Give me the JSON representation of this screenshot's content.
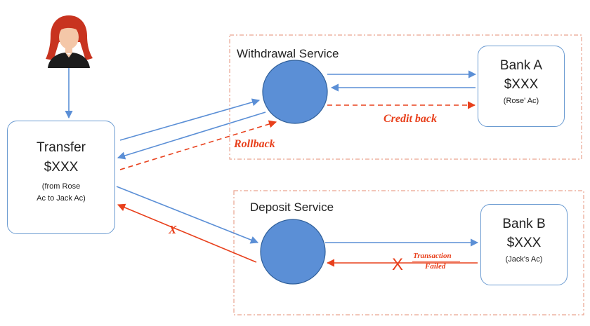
{
  "colors": {
    "box_border": "#6b9bd1",
    "node_fill": "#5b8fd6",
    "arrow_blue": "#5b8fd6",
    "arrow_red": "#e8401c",
    "service_border": "#e9a48f"
  },
  "user": {
    "icon": "user-avatar-icon"
  },
  "transfer": {
    "title": "Transfer",
    "amount": "$XXX",
    "detail_line1": "(from Rose",
    "detail_line2": "Ac to Jack Ac)"
  },
  "withdrawal": {
    "label": "Withdrawal Service"
  },
  "deposit": {
    "label": "Deposit Service"
  },
  "bank_a": {
    "title": "Bank A",
    "amount": "$XXX",
    "account": "(Rose' Ac)"
  },
  "bank_b": {
    "title": "Bank B",
    "amount": "$XXX",
    "account": "(Jack's Ac)"
  },
  "annotations": {
    "credit_back": "Credit back",
    "rollback": "Rollback",
    "x_mark": "X",
    "x_large": "X",
    "transaction": "Transaction",
    "failed": "Failed"
  }
}
